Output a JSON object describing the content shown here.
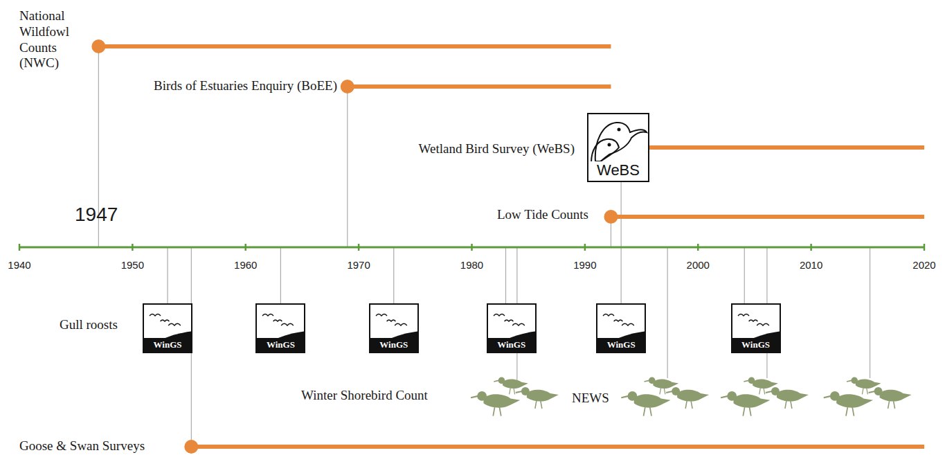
{
  "diagram": {
    "nodes": [
      {
        "text": [
          "WeBS"
        ]
      },
      {
        "text": [
          "WinGS"
        ]
      },
      {
        "text": [
          "WinGS"
        ]
      },
      {
        "text": [
          "WinGS"
        ]
      },
      {
        "text": [
          "WinGS"
        ]
      },
      {
        "text": [
          "WinGS"
        ]
      },
      {
        "text": [
          "WinGS"
        ]
      }
    ],
    "labels": [
      "National Wildfowl Counts (NWC)",
      "Birds of Estuaries Enquiry (BoEE)",
      "Wetland Bird Survey (WeBS)",
      "Low Tide Counts",
      "1947",
      "1940",
      "1950",
      "1960",
      "1970",
      "1980",
      "1990",
      "2000",
      "2010",
      "2020",
      "Gull roosts",
      "Winter Shorebird Count",
      "NEWS",
      "Goose & Swan Surveys"
    ]
  }
}
